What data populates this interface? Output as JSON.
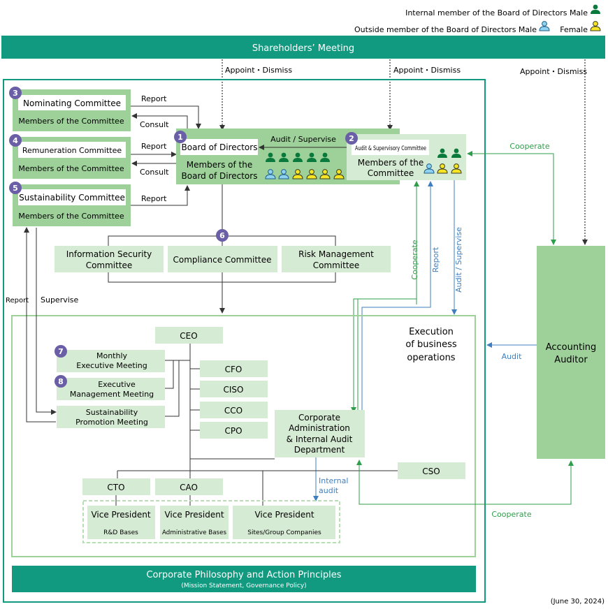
{
  "legend": {
    "internal_male": "Internal member of the Board of Directors Male",
    "outside_male": "Outside member of the Board of Directors Male",
    "female": "Female"
  },
  "colors": {
    "teal": "#129a80",
    "light_green": "#d6ebd4",
    "mid_green": "#9dd199",
    "dark_green": "#0a7a3c",
    "blue_person": "#8fd2f0",
    "yellow_person": "#f5e524",
    "arrow_green": "#2f9e4a",
    "arrow_blue": "#3f7fc0"
  },
  "shareholders": "Shareholders’ Meeting",
  "appoint_dismiss": "Appoint・Dismiss",
  "nominating": {
    "num": "3",
    "title": "Nominating Committee",
    "members": "Members of the Committee"
  },
  "remuneration": {
    "num": "4",
    "title": "Remuneration Committee",
    "members": "Members of the Committee"
  },
  "sustainability": {
    "num": "5",
    "title": "Sustainability Committee",
    "members": "Members of the Committee"
  },
  "board": {
    "num": "1",
    "title": "Board of Directors",
    "members_line1": "Members of the",
    "members_line2": "Board of Directors"
  },
  "audit_committee": {
    "num": "2",
    "title": "Audit & Supervisory Committee",
    "members_line1": "Members of the",
    "members_line2": "Committee"
  },
  "labels": {
    "report": "Report",
    "consult": "Consult",
    "audit_supervise": "Audit / Supervise",
    "cooperate": "Cooperate",
    "supervise": "Supervise",
    "audit": "Audit",
    "internal": "Internal",
    "internal_audit": "audit"
  },
  "committee6": {
    "num": "6",
    "info_line1": "Information Security",
    "info_line2": "Committee",
    "compliance": "Compliance Committee",
    "risk_line1": "Risk Management",
    "risk_line2": "Committee"
  },
  "execution": {
    "line1": "Execution",
    "line2": "of business",
    "line3": "operations"
  },
  "ceo": "CEO",
  "monthly": {
    "num": "7",
    "line1": "Monthly",
    "line2": "Executive Meeting"
  },
  "exec_mgmt": {
    "num": "8",
    "line1": "Executive",
    "line2": "Management Meeting"
  },
  "sus_promo": {
    "line1": "Sustainability",
    "line2": "Promotion Meeting"
  },
  "officers": [
    "CFO",
    "CISO",
    "CCO",
    "CPO"
  ],
  "corp_admin": {
    "line1": "Corporate",
    "line2": "Administration",
    "line3": "& Internal Audit",
    "line4": "Department"
  },
  "cso": "CSO",
  "cto": "CTO",
  "cao": "CAO",
  "vp1": {
    "title": "Vice President",
    "sub": "R&D Bases"
  },
  "vp2": {
    "title": "Vice President",
    "sub": "Administrative Bases"
  },
  "vp3": {
    "title": "Vice President",
    "sub": "Sites/Group Companies"
  },
  "auditor": {
    "line1": "Accounting",
    "line2": "Auditor"
  },
  "philosophy": {
    "title": "Corporate Philosophy and Action Principles",
    "sub": "(Mission Statement, Governance Policy)"
  },
  "date": "(June 30, 2024)"
}
